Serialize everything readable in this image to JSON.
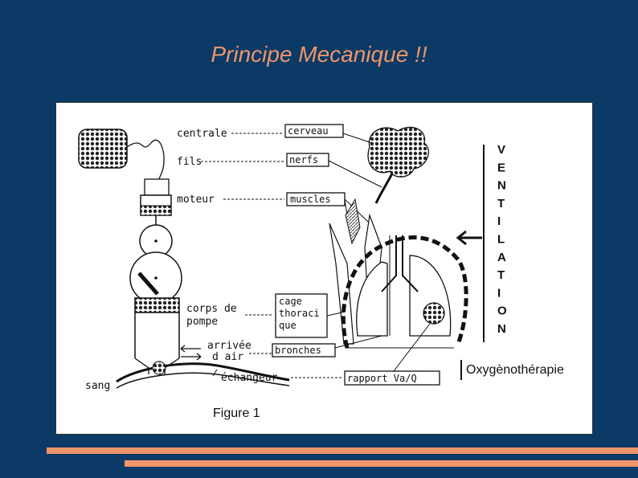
{
  "slide": {
    "title": "Principe Mecanique !!"
  },
  "figure": {
    "left_labels": {
      "centrale": "centrale",
      "fils": "fils",
      "moteur": "moteur",
      "corps_l1": "corps de",
      "corps_l2": "pompe",
      "arrivee_l1": "arrivée",
      "arrivee_l2": "d air",
      "echangeur": "échangeur",
      "sang": "sang"
    },
    "boxes": {
      "cerveau": "cerveau",
      "nerfs": "nerfs",
      "muscles": "muscles",
      "cage_l1": "cage",
      "cage_l2": "thoraci",
      "cage_l3": "que",
      "bronches": "bronches",
      "rapport": "rapport Va/Q"
    },
    "ventilation_letters": [
      "V",
      "E",
      "N",
      "T",
      "I",
      "L",
      "A",
      "T",
      "I",
      "O",
      "N"
    ],
    "oxygen_label": "Oxygènothérapie",
    "caption": "Figure 1"
  }
}
